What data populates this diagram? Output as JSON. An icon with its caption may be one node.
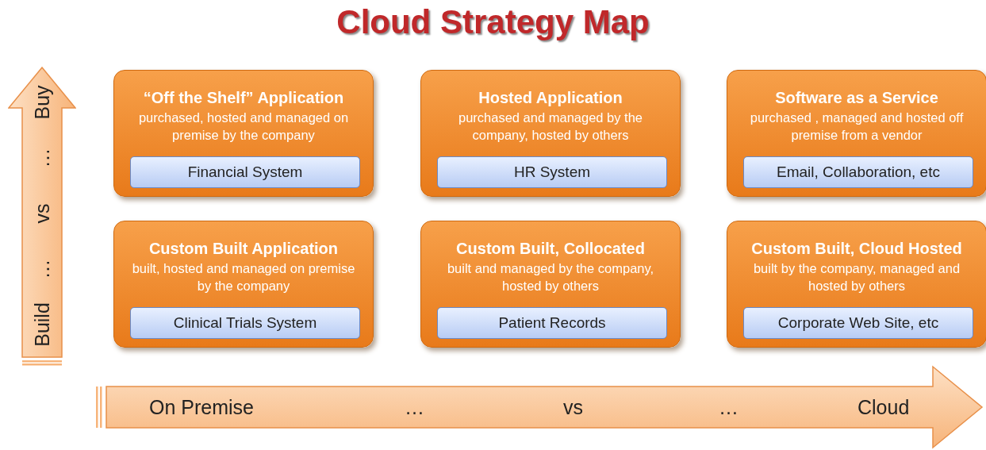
{
  "diagram": {
    "title": "Cloud Strategy Map",
    "nodes": [
      {
        "text": [
          "“Off the Shelf” Application",
          "purchased, hosted and managed on premise by the company"
        ]
      },
      {
        "text": [
          "Financial System"
        ],
        "in": 0
      },
      {
        "text": [
          "Hosted Application",
          "purchased  and managed by the company, hosted by others"
        ]
      },
      {
        "text": [
          "HR System"
        ],
        "in": 2
      },
      {
        "text": [
          "Software as a Service",
          "purchased , managed and hosted off premise from a vendor"
        ]
      },
      {
        "text": [
          "Email, Collaboration, etc"
        ],
        "in": 4
      },
      {
        "text": [
          "Custom Built Application",
          "built, hosted and managed on premise by the company"
        ]
      },
      {
        "text": [
          "Clinical Trials System"
        ],
        "in": 6
      },
      {
        "text": [
          "Custom Built, Collocated",
          "built and managed by the company, hosted by others"
        ]
      },
      {
        "text": [
          "Patient Records"
        ],
        "in": 8
      },
      {
        "text": [
          "Custom Built, Cloud Hosted",
          "built by the company, managed and hosted by others"
        ]
      },
      {
        "text": [
          "Corporate Web Site, etc"
        ],
        "in": 10
      },
      {
        "text": [
          "Build",
          "…",
          "vs",
          "…",
          "Buy"
        ]
      },
      {
        "text": [
          "On Premise",
          "…",
          "vs",
          "…",
          "Cloud"
        ]
      }
    ],
    "edges": []
  }
}
